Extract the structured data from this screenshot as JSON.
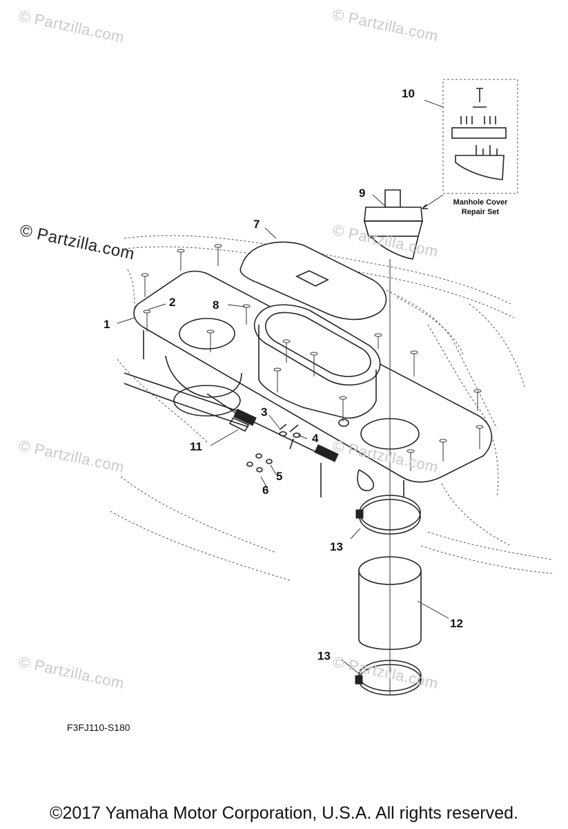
{
  "watermark": "© Partzilla.com",
  "callouts": [
    "1",
    "2",
    "3",
    "4",
    "5",
    "6",
    "7",
    "8",
    "9",
    "10",
    "11",
    "12",
    "13",
    "13"
  ],
  "repair_set_label_line1": "Manhole Cover",
  "repair_set_label_line2": "Repair Set",
  "diagram_code": "F3FJ110-S180",
  "copyright": "©2017  Yamaha Motor Corporation, U.S.A. All rights reserved."
}
